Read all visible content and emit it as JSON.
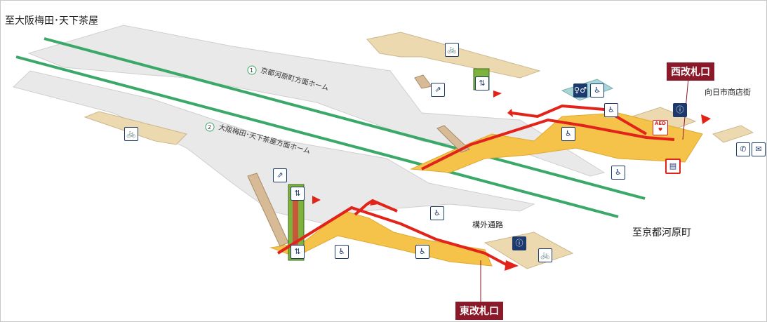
{
  "directions": {
    "to_osaka_umeda": "至大阪梅田･天下茶屋",
    "to_kyoto_kawaramachi": "至京都河原町",
    "to_mukomachi_shotengai": "向日市商店街"
  },
  "platforms": {
    "platform_1": {
      "number": "1",
      "label": "京都河原町方面ホーム"
    },
    "platform_2": {
      "number": "2",
      "label": "大阪梅田･天下茶屋方面ホーム"
    }
  },
  "gates": {
    "west": "西改札口",
    "east": "東改札口"
  },
  "passage": "構外通路",
  "aed": "AED",
  "colors": {
    "track": "#3aa868",
    "platform": "#e6e6e6",
    "concourse": "#f5c24a",
    "route": "#e2231a",
    "gate_label": "#8a1a2a",
    "icon": "#1c3a6e",
    "elevator": "#7db33a"
  },
  "icons": [
    "bicycle-icon",
    "elevator-icon",
    "wheelchair-icon",
    "restroom-icon",
    "info-desk-icon",
    "aed-icon",
    "coin-locker-icon",
    "telephone-icon",
    "mailbox-icon"
  ]
}
